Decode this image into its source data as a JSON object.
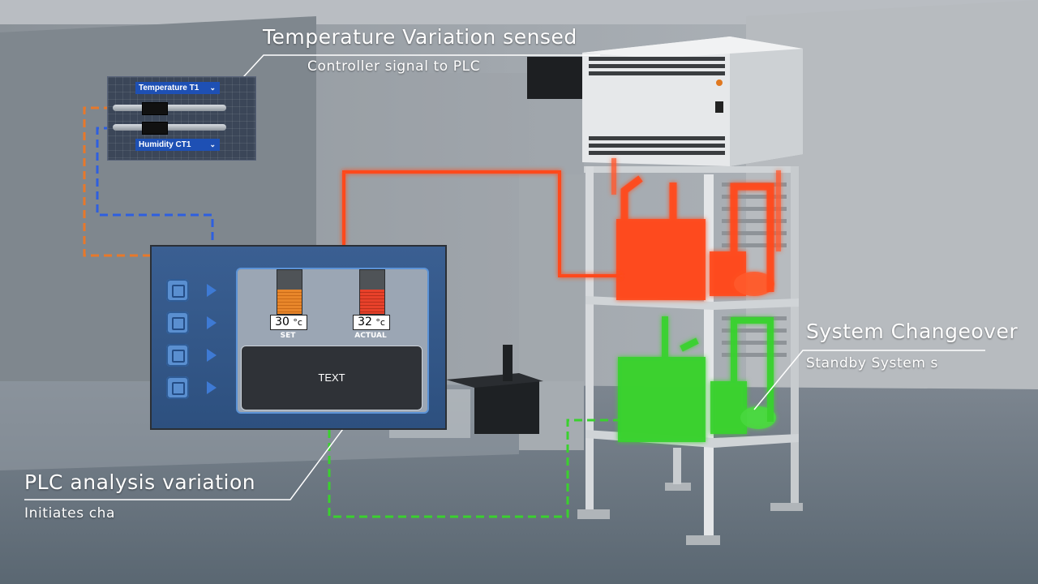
{
  "annotations": {
    "temp_title": "Temperature Variation sensed",
    "temp_sub": "Controller signal to PLC",
    "system_title": "System Changeover",
    "system_sub": "Standby System s",
    "plc_title": "PLC analysis variation",
    "plc_sub": "Initiates cha"
  },
  "sensors": {
    "temperature_label": "Temperature T1",
    "humidity_label": "Humidity CT1"
  },
  "plc": {
    "set_value": "30",
    "set_unit": "°c",
    "set_label": "SET",
    "actual_value": "32",
    "actual_unit": "°c",
    "actual_label": "ACTUAL",
    "text_display": "TEXT",
    "set_level": 0.55,
    "actual_level": 0.55
  },
  "colors": {
    "active_system": "#ff4a1c",
    "standby_system": "#3ad12e",
    "temperature_line": "#e8782a",
    "humidity_line": "#2e5fe0",
    "set_gauge": "#e8862a",
    "actual_gauge": "#e8412a"
  }
}
